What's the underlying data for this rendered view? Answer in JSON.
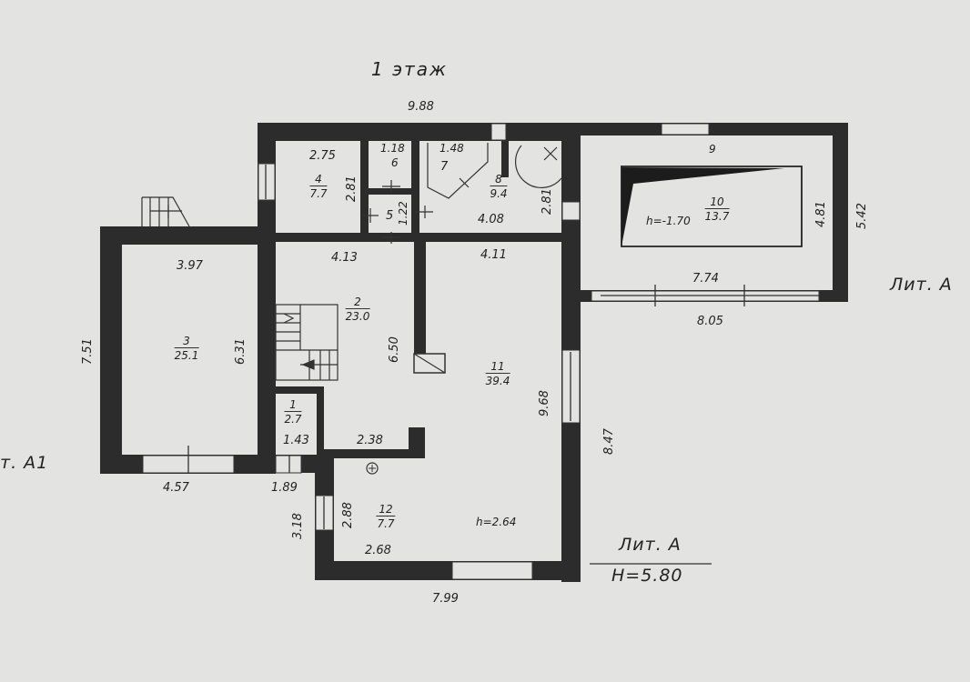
{
  "floor_title": "1 этаж",
  "dimensions": {
    "top_total": "9.88",
    "r4_width": "2.75",
    "r4_height": "2.81",
    "r6_width": "1.18",
    "r7_width": "1.48",
    "r5_height": "1.22",
    "r8_width": "4.08",
    "r8_height": "2.81",
    "r2_width": "4.13",
    "r11_width": "4.11",
    "r3_width": "3.97",
    "r3_outer_height": "7.51",
    "r3_inner_height": "6.31",
    "r3_bottom": "4.57",
    "r2_height": "6.50",
    "r1_width": "1.43",
    "r1_bottom": "1.89",
    "corr_width": "2.38",
    "r11_height": "9.68",
    "right_height": "8.47",
    "r12_outer_height": "3.18",
    "r12_inner_height": "2.88",
    "r12_width": "2.68",
    "bottom_total": "7.99",
    "r9_inner_width": "7.74",
    "r9_outer_width": "8.05",
    "r9_inner_height": "4.81",
    "r9_outer_height": "5.42"
  },
  "rooms": [
    {
      "num": "1",
      "area": "2.7"
    },
    {
      "num": "2",
      "area": "23.0"
    },
    {
      "num": "3",
      "area": "25.1"
    },
    {
      "num": "4",
      "area": "7.7"
    },
    {
      "num": "5",
      "area": ""
    },
    {
      "num": "6",
      "area": ""
    },
    {
      "num": "7",
      "area": ""
    },
    {
      "num": "8",
      "area": "9.4"
    },
    {
      "num": "9",
      "area": ""
    },
    {
      "num": "10",
      "area": "13.7"
    },
    {
      "num": "11",
      "area": "39.4"
    },
    {
      "num": "12",
      "area": "7.7"
    }
  ],
  "pit_level": "h=-1.70",
  "r12_height_mark": "h=2.64",
  "lit_a_right": "Лит. А",
  "lit_a1_left": "т. А1",
  "lit_a_main": "Лит. А",
  "lit_a_height": "H=5.80",
  "colors": {
    "wall": "#2c2c2c",
    "paper": "#e3e3e1",
    "line": "#333333"
  }
}
